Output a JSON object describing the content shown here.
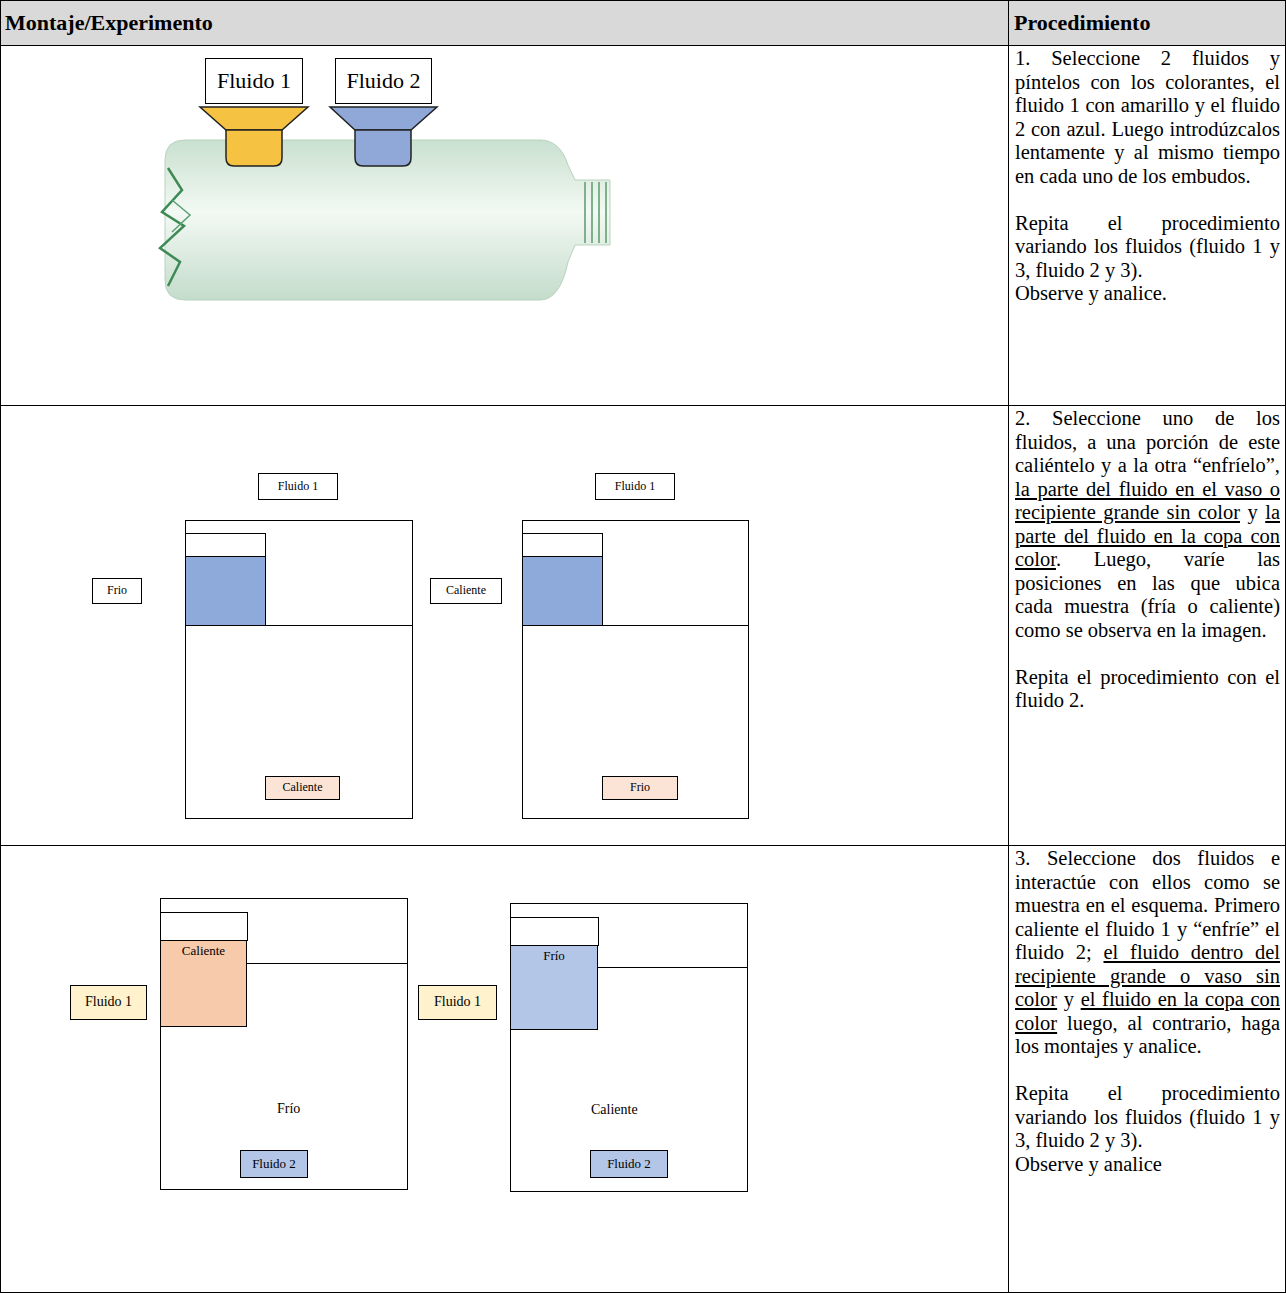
{
  "diagram": {
    "nodes": [
      {
        "text": [
          "Fluido 1"
        ]
      },
      {
        "text": [
          "Fluido 2"
        ]
      },
      {
        "text": [
          "Fluido 1"
        ]
      },
      {
        "text": [
          "Frio"
        ]
      },
      {
        "text": [
          "Caliente"
        ]
      },
      {
        "text": [
          "Fluido 1"
        ]
      },
      {
        "text": [
          "Caliente"
        ]
      },
      {
        "text": [
          "Frio"
        ]
      },
      {
        "text": [
          "Fluido 1"
        ]
      },
      {
        "text": [
          "Frío"
        ]
      },
      {
        "text": [
          "Caliente"
        ],
        "in": 9
      },
      {
        "text": [
          "Fluido 2"
        ],
        "in": 9
      },
      {
        "text": [
          "Fluido 1"
        ]
      },
      {
        "text": [
          "Caliente"
        ]
      },
      {
        "text": [
          "Frío"
        ],
        "in": 13
      },
      {
        "text": [
          "Fluido 2"
        ],
        "in": 13
      }
    ],
    "labels": [
      "Montaje/Experimento",
      "Procedimiento",
      "1. Seleccione 2 fluidos y píntelos con los colorantes, el fluido 1 con amarillo y el fluido 2 con azul. Luego introdúzcalos lentamente y al mismo tiempo en cada uno de los embudos.",
      "Repita el procedimiento variando los fluidos (fluido 1 y 3, fluido 2 y 3).",
      "Observe y analice.",
      "2. Seleccione uno de los fluidos, a una porción de este caliéntelo y a la otra “enfríelo”,",
      "la parte del fluido en el vaso o recipiente grande sin color",
      "y",
      "la parte del fluido en la copa con color",
      ". Luego, varíe las posiciones en las que ubica cada muestra (fría o caliente) como se observa en la imagen.",
      "Repita el procedimiento con el fluido 2.",
      "3. Seleccione dos fluidos e interactúe con ellos como se muestra en el esquema. Primero caliente el fluido 1 y “enfríe” el fluido 2;",
      "el fluido dentro del recipiente grande o vaso sin color",
      "y",
      "el fluido en la copa con color",
      "luego, al contrario, haga los montajes y analice.",
      "Repita el procedimiento variando los fluidos (fluido 1 y 3, fluido 2 y 3).",
      "Observe y analice"
    ]
  }
}
